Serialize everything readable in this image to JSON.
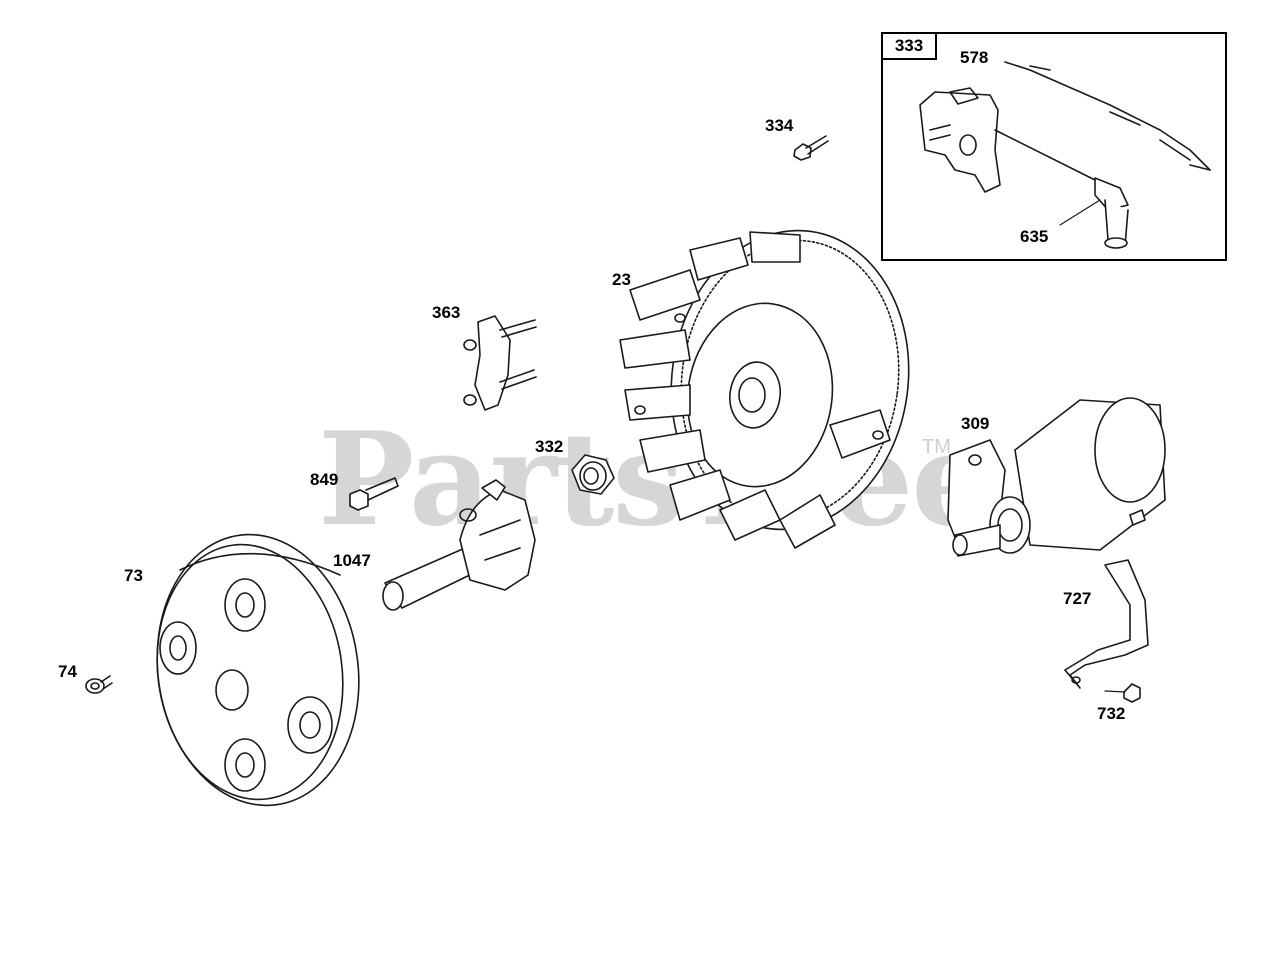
{
  "watermark": {
    "text": "PartsTree",
    "tm": "TM"
  },
  "inset": {
    "label": "333"
  },
  "callouts": {
    "c23": "23",
    "c73": "73",
    "c74": "74",
    "c309": "309",
    "c332": "332",
    "c334": "334",
    "c363": "363",
    "c578": "578",
    "c635": "635",
    "c727": "727",
    "c732": "732",
    "c849": "849",
    "c1047": "1047"
  },
  "colors": {
    "line": "#1a1a1a",
    "watermark": "#d6d6d6"
  }
}
